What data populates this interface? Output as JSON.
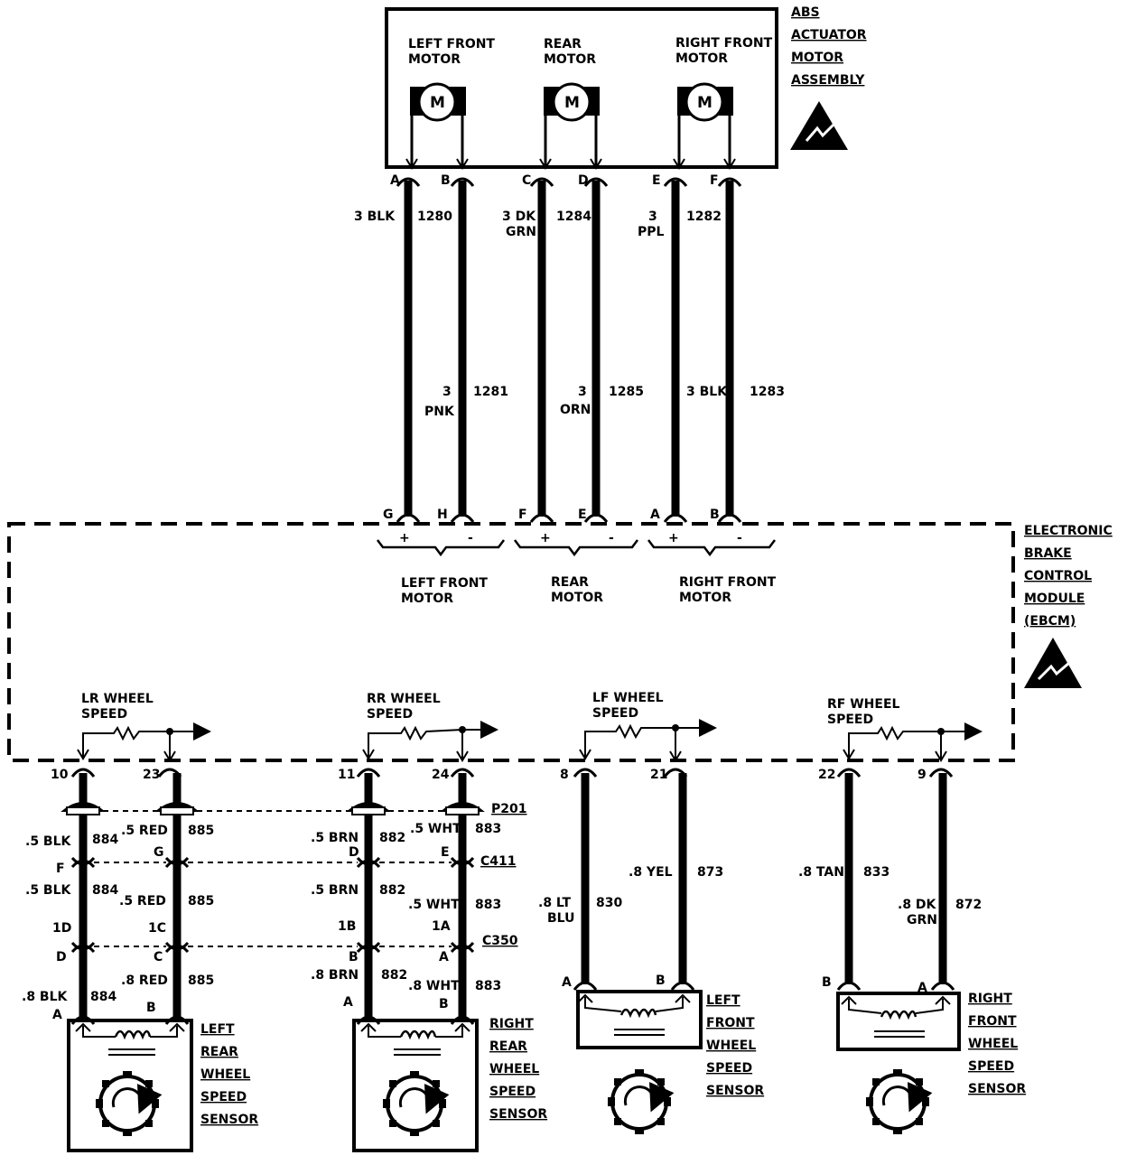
{
  "actuator": {
    "title": [
      "ABS",
      "ACTUATOR",
      "MOTOR",
      "ASSEMBLY"
    ],
    "motors": [
      {
        "label": [
          "LEFT FRONT",
          "MOTOR"
        ],
        "symbol": "M"
      },
      {
        "label": [
          "REAR",
          "MOTOR"
        ],
        "symbol": "M"
      },
      {
        "label": [
          "RIGHT FRONT",
          "MOTOR"
        ],
        "symbol": "M"
      }
    ],
    "pins": [
      "A",
      "B",
      "C",
      "D",
      "E",
      "F"
    ]
  },
  "motor_wires": [
    {
      "upper": [
        "3 BLK",
        "1280"
      ],
      "lower": [
        "3",
        "PNK",
        "1281"
      ]
    },
    {
      "upper": [
        "3 DK",
        "GRN",
        "1284"
      ],
      "lower": [
        "3",
        "ORN",
        "1285"
      ]
    },
    {
      "upper": [
        "3",
        "PPL",
        "1282"
      ],
      "lower": [
        "3 BLK",
        "1283"
      ]
    }
  ],
  "wire_circuits": {
    "w1": "1280",
    "w2": "1281",
    "w3": "1284",
    "w4": "1285",
    "w5": "1282",
    "w6": "1283"
  },
  "upper_wire_labels": {
    "a_color": "3 BLK",
    "a_circ": "1280",
    "b_color": "3",
    "b_color2": "PNK",
    "b_circ": "1281",
    "c_color": "3 DK",
    "c_color2": "GRN",
    "c_circ": "1284",
    "d_color": "3",
    "d_color2": "ORN",
    "d_circ": "1285",
    "e_color": "3",
    "e_color2": "PPL",
    "e_circ": "1282",
    "f_color": "3 BLK",
    "f_circ": "1283"
  },
  "ebcm": {
    "title": [
      "ELECTRONIC",
      "BRAKE",
      "CONTROL",
      "MODULE",
      "(EBCM)"
    ],
    "motor_pins": [
      "G",
      "H",
      "F",
      "E",
      "A",
      "B"
    ],
    "polarity": [
      "+",
      "-",
      "+",
      "-",
      "+",
      "-"
    ],
    "motor_groups": [
      [
        "LEFT FRONT",
        "MOTOR"
      ],
      [
        "REAR",
        "MOTOR"
      ],
      [
        "RIGHT FRONT",
        "MOTOR"
      ]
    ],
    "speed_inputs": [
      [
        "LR WHEEL",
        "SPEED"
      ],
      [
        "RR WHEEL",
        "SPEED"
      ],
      [
        "LF WHEEL",
        "SPEED"
      ],
      [
        "RF WHEEL",
        "SPEED"
      ]
    ],
    "sensor_pins": [
      "10",
      "23",
      "11",
      "24",
      "8",
      "21",
      "22",
      "9"
    ]
  },
  "connectors": {
    "p201": "P201",
    "c411": "C411",
    "c350": "C350"
  },
  "sensor_wires": {
    "lr_a": {
      "seg1": [
        ".5 BLK",
        "884"
      ],
      "pin_f": "F",
      "seg2": [
        ".5 BLK",
        "884"
      ],
      "pin_1d": "1D",
      "pin_d": "D",
      "seg3": [
        ".8 BLK",
        "884"
      ],
      "end": "A"
    },
    "lr_b": {
      "seg1": [
        ".5 RED",
        "885"
      ],
      "pin_g": "G",
      "seg2": [
        ".5 RED",
        "885"
      ],
      "pin_1c": "1C",
      "pin_c": "C",
      "seg3": [
        ".8 RED",
        "885"
      ],
      "end": "B"
    },
    "rr_a": {
      "seg1": [
        ".5 BRN",
        "882"
      ],
      "pin_d": "D",
      "seg2": [
        ".5 BRN",
        "882"
      ],
      "pin_1b": "1B",
      "pin_b": "B",
      "seg3": [
        ".8 BRN",
        "882"
      ],
      "end": "A"
    },
    "rr_b": {
      "seg1": [
        ".5 WHT",
        "883"
      ],
      "pin_e": "E",
      "seg2": [
        ".5 WHT",
        "883"
      ],
      "pin_1a": "1A",
      "pin_a": "A",
      "seg3": [
        ".8 WHT",
        "883"
      ],
      "end": "B"
    },
    "lf_a": {
      "color": [
        ".8 LT",
        "BLU"
      ],
      "circ": "830",
      "end": "A"
    },
    "lf_b": {
      "color": ".8 YEL",
      "circ": "873",
      "end": "B"
    },
    "rf_b": {
      "color": ".8 TAN",
      "circ": "833",
      "end": "B"
    },
    "rf_a": {
      "color": [
        ".8 DK",
        "GRN"
      ],
      "circ": "872",
      "end": "A"
    }
  },
  "sensors": [
    {
      "label": [
        "LEFT",
        "REAR",
        "WHEEL",
        "SPEED",
        "SENSOR"
      ]
    },
    {
      "label": [
        "RIGHT",
        "REAR",
        "WHEEL",
        "SPEED",
        "SENSOR"
      ]
    },
    {
      "label": [
        "LEFT",
        "FRONT",
        "WHEEL",
        "SPEED",
        "SENSOR"
      ]
    },
    {
      "label": [
        "RIGHT",
        "FRONT",
        "WHEEL",
        "SPEED",
        "SENSOR"
      ]
    }
  ]
}
